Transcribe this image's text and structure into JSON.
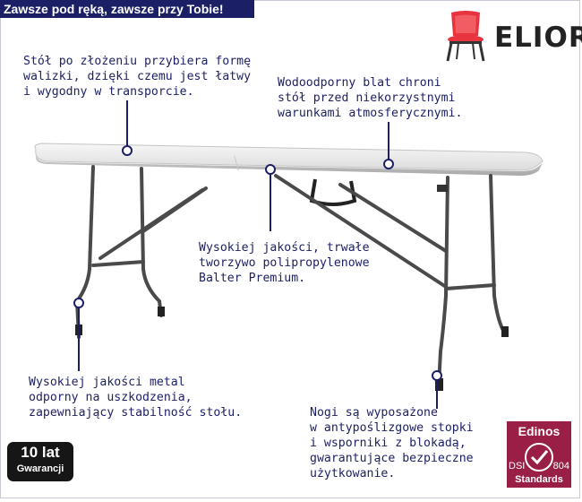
{
  "banner": {
    "text": "Zawsze pod ręką, zawsze przy Tobie!"
  },
  "brand": {
    "name": "ELIOR",
    "icon": "chair-icon",
    "accent": "#e8343f"
  },
  "annotations": {
    "top_left": "Stół po złożeniu przybiera formę\nwalizki, dzięki czemu jest łatwy\ni wygodny w transporcie.",
    "top_right": "Wodoodporny blat chroni\nstół przed niekorzystnymi\nwarunkami atmosferycznymi.",
    "middle": "Wysokiej jakości, trwałe\ntworzywo polipropylenowe\nBalter Premium.",
    "bottom_left": "Wysokiej jakości metal\nodporny na uszkodzenia,\nzapewniający stabilność stołu.",
    "bottom_right": "Nogi są wyposażone\nw antypoślizgowe stopki\ni wsporniki z blokadą,\ngwarantujące bezpieczne\nużytkowanie."
  },
  "warranty": {
    "years": "10 lat",
    "label": "Gwarancji"
  },
  "certificate": {
    "name": "Edinos",
    "dsi": "DSI",
    "number": "804",
    "label": "Standards",
    "color": "#9a1f46"
  },
  "colors": {
    "text": "#1b1f66",
    "banner": "#1b1f66",
    "table_top": "#efefef",
    "legs": "#4a4a4a"
  }
}
